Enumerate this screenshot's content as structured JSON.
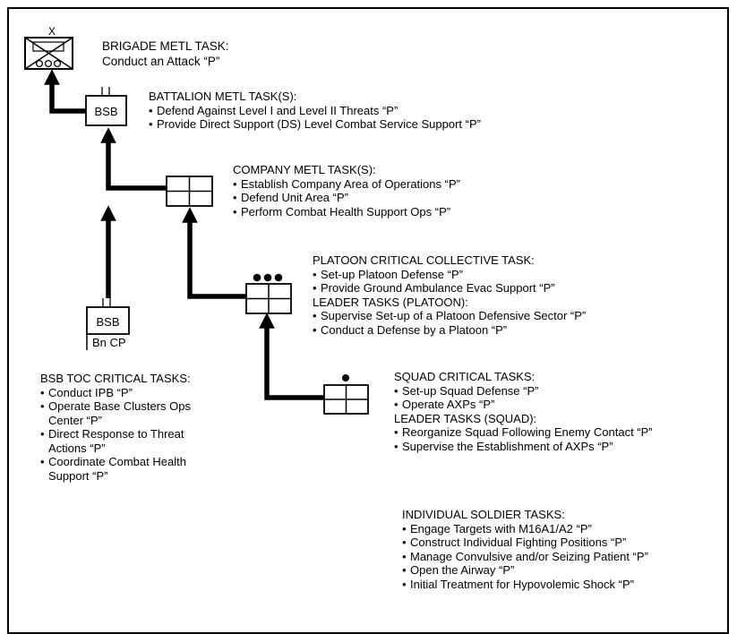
{
  "brigade": {
    "symbol_echelon": "X",
    "heading": "BRIGADE METL TASK:",
    "task": "Conduct an Attack “P”"
  },
  "battalion": {
    "symbol_label": "BSB",
    "heading": "BATTALION METL TASK(S):",
    "tasks": [
      "Defend Against Level I and Level II Threats “P”",
      "Provide Direct Support (DS) Level Combat Service Support “P”"
    ]
  },
  "company": {
    "heading": "COMPANY METL TASK(S):",
    "tasks": [
      "Establish Company Area of Operations “P”",
      "Defend Unit Area “P”",
      "Perform Combat Health Support Ops “P”"
    ]
  },
  "platoon": {
    "heading": "PLATOON CRITICAL COLLECTIVE TASK:",
    "tasks": [
      "Set-up Platoon  Defense “P”",
      "Provide Ground Ambulance Evac Support “P”"
    ],
    "leader_heading": "LEADER TASKS (PLATOON):",
    "leader_tasks": [
      "Supervise Set-up of a Platoon Defensive Sector “P”",
      "Conduct a Defense by a Platoon  “P”"
    ]
  },
  "bn_cp": {
    "symbol_label": "BSB",
    "sublabel": "Bn CP"
  },
  "toc": {
    "heading": "BSB TOC CRITICAL TASKS:",
    "tasks": [
      [
        "Conduct IPB “P”"
      ],
      [
        "Operate Base Clusters Ops",
        "Center “P”"
      ],
      [
        "Direct Response to Threat",
        "Actions “P”"
      ],
      [
        "Coordinate Combat Health",
        "Support “P”"
      ]
    ]
  },
  "squad": {
    "heading": "SQUAD CRITICAL  TASKS:",
    "tasks": [
      "Set-up Squad Defense “P”",
      "Operate AXPs “P”"
    ],
    "leader_heading": "LEADER TASKS (SQUAD):",
    "leader_tasks": [
      "Reorganize Squad Following Enemy Contact  “P”",
      "Supervise the Establishment of AXPs “P”"
    ]
  },
  "individual": {
    "heading": "INDIVIDUAL SOLDIER TASKS:",
    "tasks": [
      "Engage Targets with  M16A1/A2 “P”",
      "Construct Individual Fighting Positions “P”",
      "Manage Convulsive and/or Seizing Patient “P”",
      "Open the Airway “P”",
      "Initial Treatment for Hypovolemic Shock “P”"
    ]
  }
}
